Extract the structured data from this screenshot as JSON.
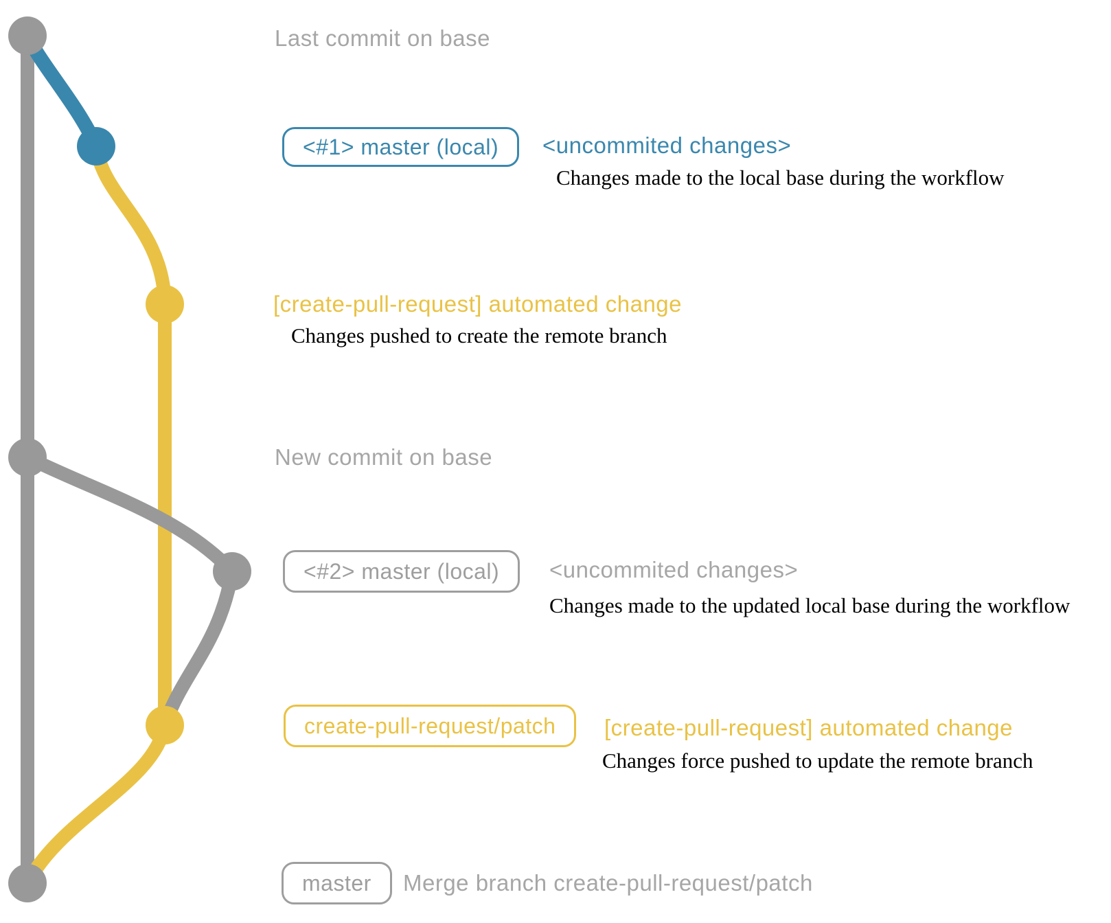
{
  "colors": {
    "graph_gray": "#999999",
    "branch_blue": "#3a87ad",
    "branch_yellow": "#e9c245",
    "label_gray": "#a6a6a6",
    "annotation_black": "#000000"
  },
  "rows": {
    "row1": {
      "label": "Last commit on base"
    },
    "row2": {
      "badge": "<#1> master (local)",
      "title": "<uncommited changes>",
      "annotation": "Changes made to the local base during the workflow"
    },
    "row3": {
      "title": "[create-pull-request] automated change",
      "annotation": "Changes pushed to create the remote branch"
    },
    "row4": {
      "label": "New commit on base"
    },
    "row5": {
      "badge": "<#2> master (local)",
      "title": "<uncommited changes>",
      "annotation": "Changes made to the updated local base during the workflow"
    },
    "row6": {
      "badge": "create-pull-request/patch",
      "title": "[create-pull-request] automated change",
      "annotation": "Changes force pushed to update the remote branch"
    },
    "row7": {
      "badge": "master",
      "label": "Merge branch create-pull-request/patch"
    }
  },
  "graph": {
    "branches": {
      "base": "base branch (master)",
      "patch": "create-pull-request/patch branch",
      "local": "uncommitted local changes"
    }
  }
}
